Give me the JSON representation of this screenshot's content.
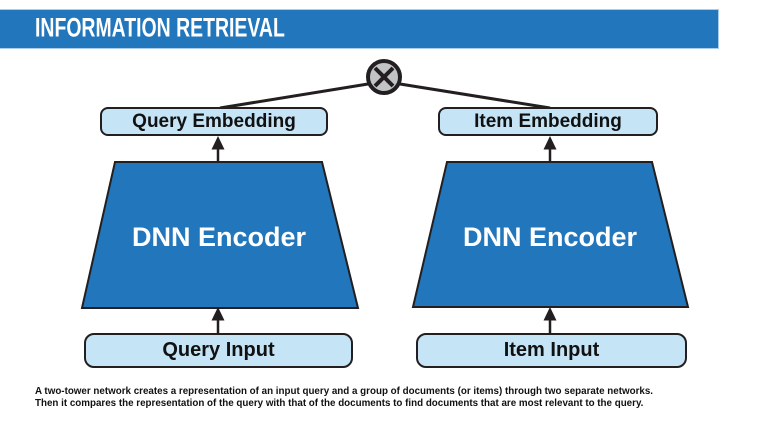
{
  "header": {
    "title": "INFORMATION RETRIEVAL"
  },
  "diagram": {
    "similarity_node": {
      "icon": "multiply-circle-icon",
      "symbol": "⊗"
    },
    "left_tower": {
      "embedding_label": "Query Embedding",
      "encoder_label": "DNN Encoder",
      "input_label": "Query Input"
    },
    "right_tower": {
      "embedding_label": "Item Embedding",
      "encoder_label": "DNN Encoder",
      "input_label": "Item Input"
    }
  },
  "caption": {
    "line1": "A two-tower network creates a representation of an input query and a group of documents (or items) through two separate networks.",
    "line2": "Then it compares the representation of the query with that of the documents to find documents that are most relevant to the query."
  },
  "colors": {
    "brand_blue": "#2176bc",
    "light_blue_fill": "#c5e4f6",
    "line_dark": "#231f20",
    "circle_gray": "#c2c3c5"
  }
}
